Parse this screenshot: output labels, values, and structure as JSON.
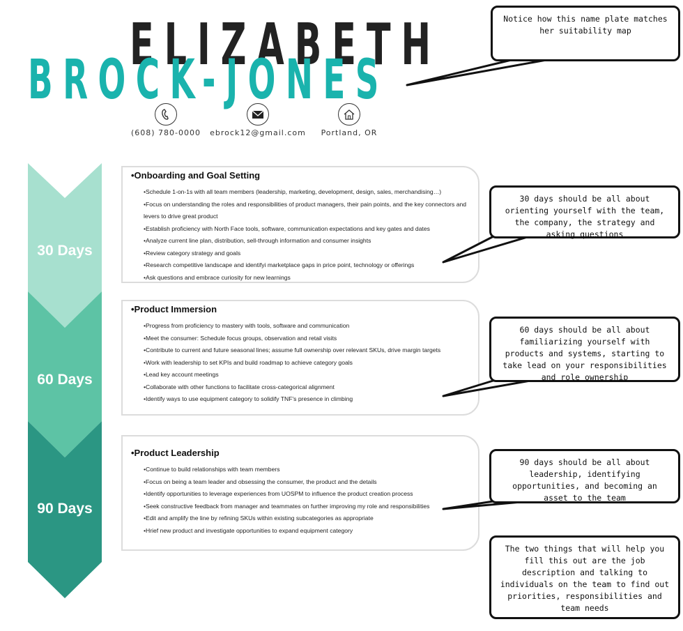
{
  "header": {
    "first_name": "ELIZABETH",
    "last_name": "BROCK-JONES",
    "accent_color": "#1ab3ad",
    "contacts": [
      {
        "icon": "phone-icon",
        "text": "(608) 780-0000"
      },
      {
        "icon": "envelope-icon",
        "text": "ebrock12@gmail.com"
      },
      {
        "icon": "house-icon",
        "text": "Portland, OR"
      }
    ]
  },
  "timeline": {
    "colors": [
      "#a7e0cf",
      "#5dc3a5",
      "#2b9683"
    ],
    "labels": [
      "30 Days",
      "60 Days",
      "90 Days"
    ]
  },
  "phases": [
    {
      "title": "•Onboarding and Goal Setting",
      "items": [
        "•Schedule 1-on-1s with all team members (leadership, marketing, development, design, sales, merchandising…)",
        "•Focus on understanding the roles and responsibilities of product managers, their pain points, and the key connectors and levers to drive great product",
        "•Establish proficiency with North Face tools, software, communication expectations and key gates and dates",
        "•Analyze current line plan, distribution, sell-through information and consumer insights",
        "•Review category strategy and goals",
        "•Research competitive landscape and identifyi marketplace gaps in price point, technology or offerings",
        "•Ask questions and embrace curiosity for new learnings"
      ]
    },
    {
      "title": "•Product Immersion",
      "items": [
        "•Progress from proficiency to mastery with tools, software and communication",
        "•Meet the consumer: Schedule focus groups, observation and retail visits",
        "•Contribute to current and future seasonal lines; assume full ownership over relevant SKUs, drive margin targets",
        "•Work with leadership to set KPIs and build roadmap to achieve category goals",
        "•Lead key account meetings",
        "•Collaborate with other functions to facilitate cross-categorical alignment",
        "•Identify ways to use equipment category to solidify TNF's presence in climbing"
      ]
    },
    {
      "title": "•Product Leadership",
      "items": [
        "•Continue to build relationships with team members",
        "•Focus on being a team leader and obsessing the consumer, the product and the details",
        "•Identify opportunities to leverage experiences from UOSPM to influence the product creation process",
        "•Seek constructive feedback from manager and teammates on further improving my role and responsibilities",
        "•Edit and amplify the line by refining SKUs within existing subcategories as appropriate",
        "•Hrief new product and investigate opportunities to expand equipment category"
      ]
    }
  ],
  "callouts": [
    "Notice how this name plate matches her suitability map",
    "30 days should be all about orienting yourself with the team, the company, the strategy and asking questions",
    "60 days should be all about familiarizing yourself with products and systems, starting to take lead on your responsibilities and role ownership",
    "90 days should be all about leadership, identifying opportunities, and becoming an asset to the team",
    "The two things that will help you fill this out are the job description and talking to individuals on the team to find out priorities, responsibilities and team needs"
  ]
}
